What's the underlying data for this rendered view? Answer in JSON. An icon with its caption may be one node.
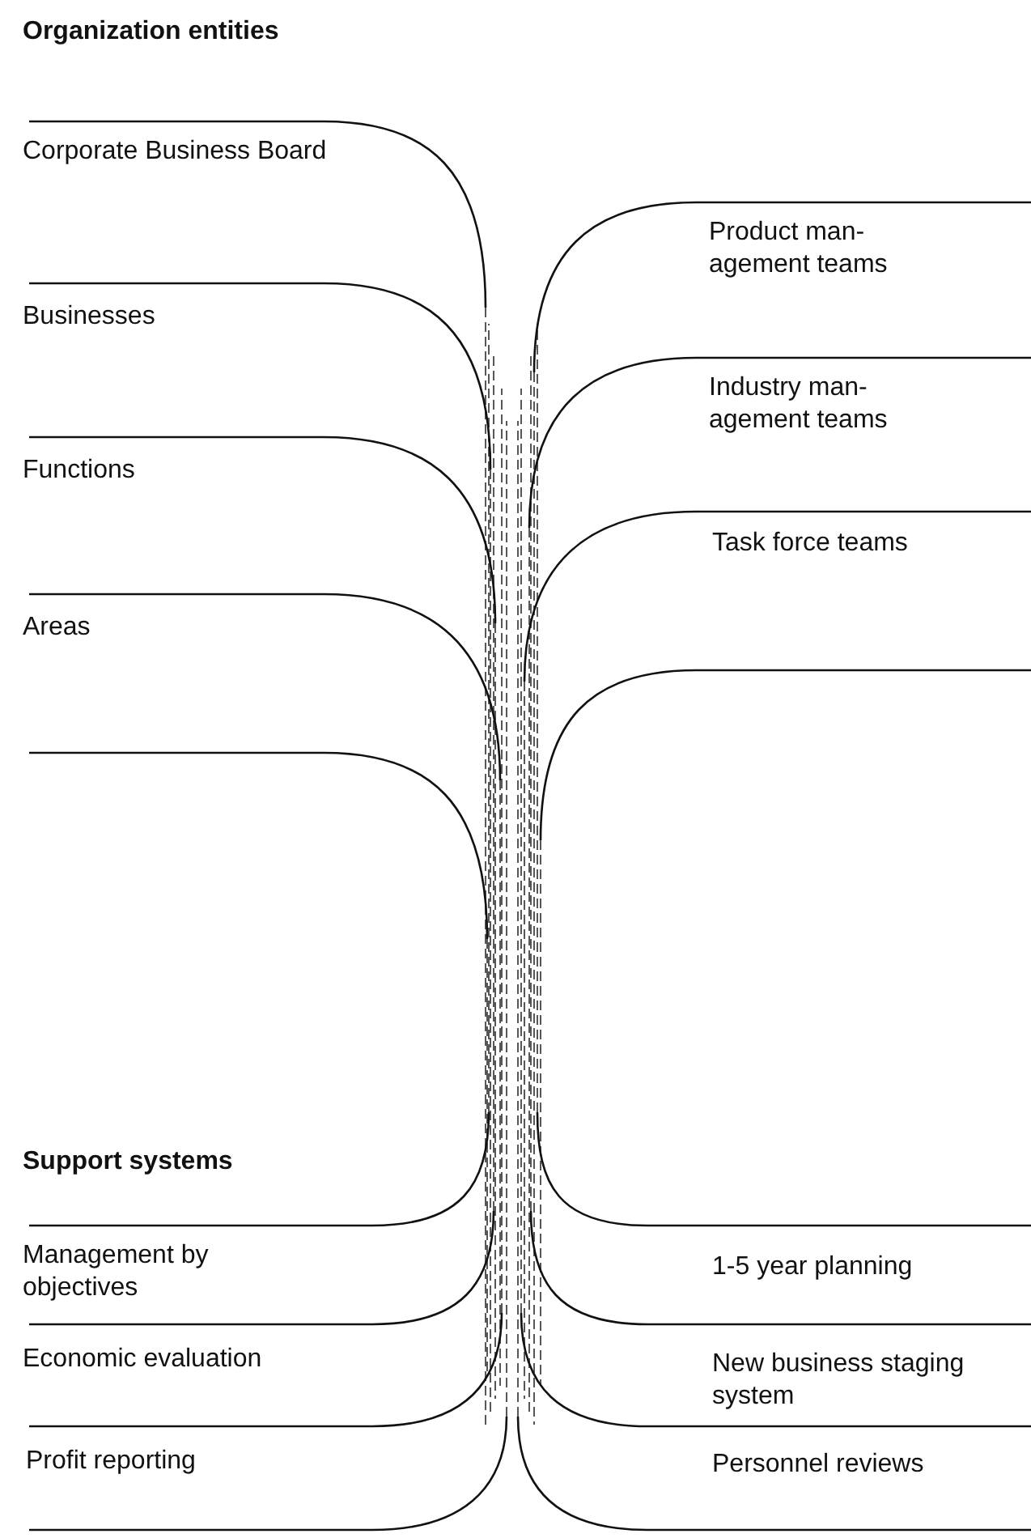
{
  "diagram": {
    "labels": [
      "Organization entities",
      "Corporate Business Board",
      "Product man- agement teams",
      "Businesses",
      "Industry man- agement teams",
      "Functions",
      "Task force teams",
      "Areas",
      "Support systems",
      "Management by objectives",
      "1-5 year planning",
      "Economic evaluation",
      "New business staging system",
      "Profit reporting",
      "Personnel reviews"
    ]
  }
}
